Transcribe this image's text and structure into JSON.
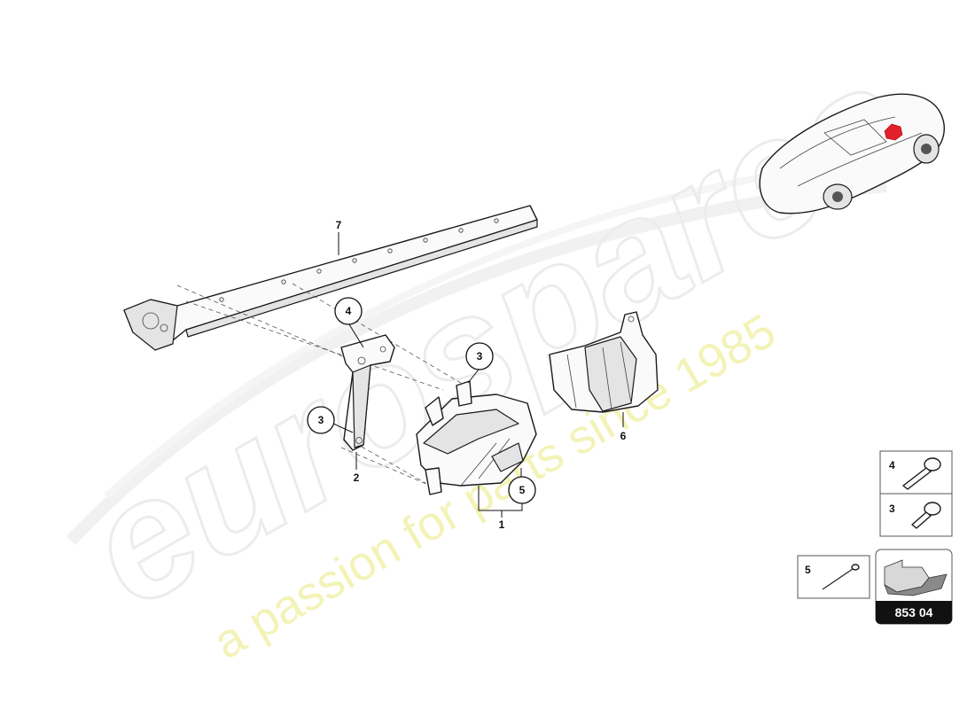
{
  "watermark": {
    "brand": "eurospares",
    "slogan": "a passion for parts since 1985"
  },
  "labels": {
    "part_1": "1",
    "part_2": "2",
    "part_3a": "3",
    "part_3b": "3",
    "part_4": "4",
    "part_5": "5",
    "part_6": "6",
    "part_7": "7"
  },
  "fastener_legend": {
    "bolt_long": "4",
    "bolt_short": "3",
    "rivet": "5"
  },
  "group_code": "853 04",
  "colors": {
    "highlight": "#e0202a",
    "badge": "#111111"
  },
  "icons": [
    "car-thumbnail-icon",
    "bolt-icon",
    "rivet-icon",
    "arrow-block-icon"
  ]
}
